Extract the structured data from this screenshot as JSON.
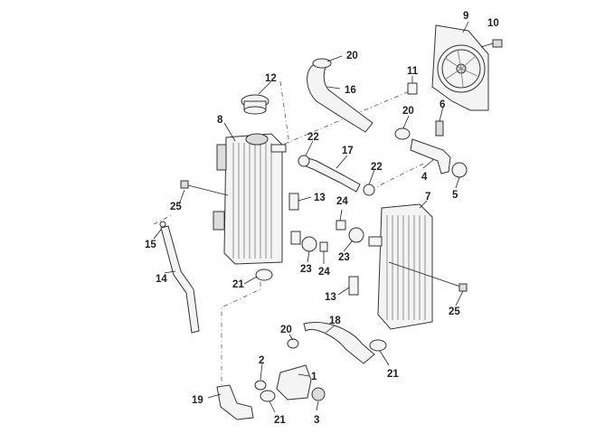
{
  "diagram": {
    "callouts": [
      {
        "id": "c1",
        "label": "1"
      },
      {
        "id": "c2",
        "label": "2"
      },
      {
        "id": "c3",
        "label": "3"
      },
      {
        "id": "c4",
        "label": "4"
      },
      {
        "id": "c5",
        "label": "5"
      },
      {
        "id": "c6",
        "label": "6"
      },
      {
        "id": "c7",
        "label": "7"
      },
      {
        "id": "c8",
        "label": "8"
      },
      {
        "id": "c9",
        "label": "9"
      },
      {
        "id": "c10",
        "label": "10"
      },
      {
        "id": "c11",
        "label": "11"
      },
      {
        "id": "c12",
        "label": "12"
      },
      {
        "id": "c13a",
        "label": "13"
      },
      {
        "id": "c13b",
        "label": "13"
      },
      {
        "id": "c14",
        "label": "14"
      },
      {
        "id": "c15",
        "label": "15"
      },
      {
        "id": "c16",
        "label": "16"
      },
      {
        "id": "c17",
        "label": "17"
      },
      {
        "id": "c18",
        "label": "18"
      },
      {
        "id": "c19",
        "label": "19"
      },
      {
        "id": "c20a",
        "label": "20"
      },
      {
        "id": "c20b",
        "label": "20"
      },
      {
        "id": "c20c",
        "label": "20"
      },
      {
        "id": "c21a",
        "label": "21"
      },
      {
        "id": "c21b",
        "label": "21"
      },
      {
        "id": "c21c",
        "label": "21"
      },
      {
        "id": "c22a",
        "label": "22"
      },
      {
        "id": "c22b",
        "label": "22"
      },
      {
        "id": "c23a",
        "label": "23"
      },
      {
        "id": "c23b",
        "label": "23"
      },
      {
        "id": "c24a",
        "label": "24"
      },
      {
        "id": "c24b",
        "label": "24"
      },
      {
        "id": "c25a",
        "label": "25"
      },
      {
        "id": "c25b",
        "label": "25"
      }
    ]
  }
}
